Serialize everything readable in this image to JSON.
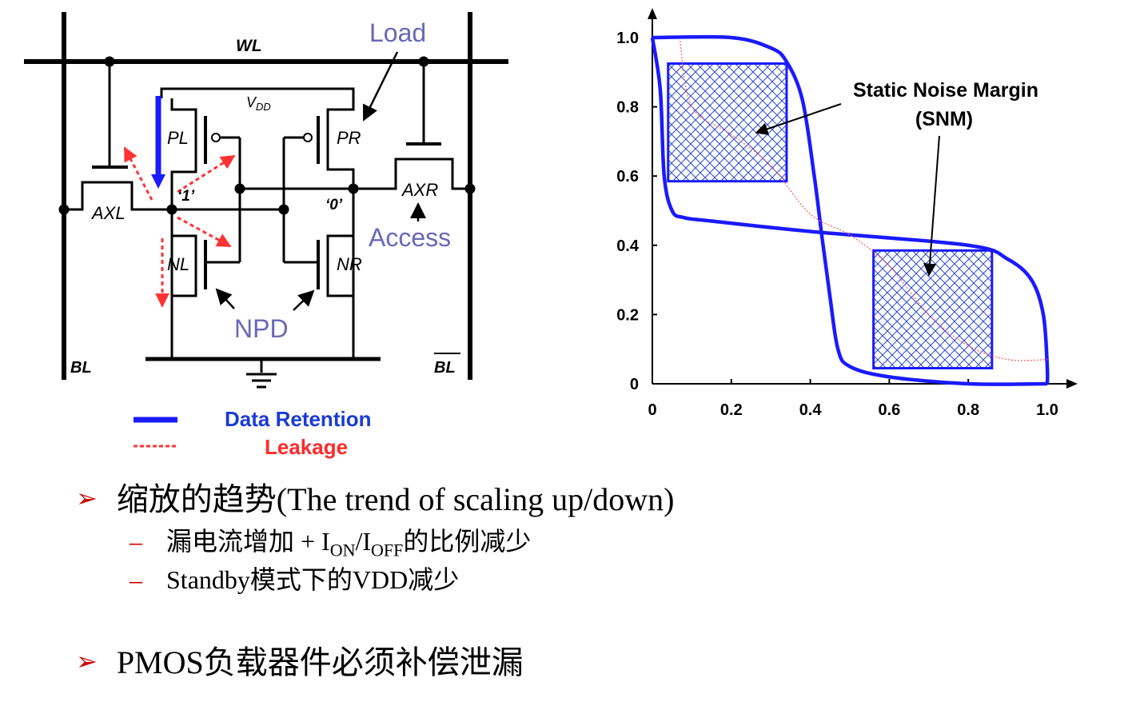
{
  "circuit": {
    "wl": "WL",
    "vdd": "V",
    "vdd_sub": "DD",
    "load": "Load",
    "pl": "PL",
    "pr": "PR",
    "axl": "AXL",
    "axr": "AXR",
    "node_left": "‘1’",
    "node_right": "‘0’",
    "access": "Access",
    "nl": "NL",
    "nr": "NR",
    "npd": "NPD",
    "bl": "BL",
    "blb": "BL",
    "legend": {
      "retention": "Data Retention",
      "leakage": "Leakage"
    },
    "colors": {
      "retention": "#1a1aff",
      "leakage": "#ff3333",
      "annotation": "#6868b8",
      "legend_retention_text": "#1a3ad8",
      "legend_leakage_text": "#ff2a2a"
    }
  },
  "chart_data": {
    "type": "line",
    "annotation": [
      "Static Noise Margin",
      "(SNM)"
    ],
    "x_ticks": [
      "0",
      "0.2",
      "0.4",
      "0.6",
      "0.8",
      "1.0"
    ],
    "y_ticks": [
      "0",
      "0.2",
      "0.4",
      "0.6",
      "0.8",
      "1.0"
    ],
    "xlim": [
      0,
      1.0
    ],
    "ylim": [
      0,
      1.0
    ],
    "series": [
      {
        "style": "solid-blue",
        "x": [
          0,
          0.2,
          0.3,
          0.34,
          0.38,
          0.41,
          0.43,
          0.45,
          0.47,
          0.5,
          0.6,
          0.8,
          1.0
        ],
        "y": [
          1.0,
          1.0,
          0.97,
          0.93,
          0.82,
          0.6,
          0.42,
          0.25,
          0.1,
          0.05,
          0.02,
          0.0,
          0.0
        ]
      },
      {
        "style": "solid-blue",
        "x": [
          0,
          0.02,
          0.03,
          0.05,
          0.08,
          0.15,
          0.4,
          0.8,
          0.9,
          0.96,
          0.99,
          1.0,
          1.0
        ],
        "y": [
          1.0,
          0.85,
          0.6,
          0.5,
          0.48,
          0.47,
          0.44,
          0.4,
          0.36,
          0.3,
          0.2,
          0.05,
          0.0
        ]
      },
      {
        "style": "dotted-red",
        "x": [
          0.07,
          0.1,
          0.2,
          0.3,
          0.4,
          0.5,
          0.6,
          0.7,
          0.8,
          0.9,
          1.0
        ],
        "y": [
          0.99,
          0.8,
          0.72,
          0.63,
          0.49,
          0.43,
          0.34,
          0.2,
          0.11,
          0.07,
          0.07
        ]
      }
    ],
    "snm_boxes": [
      {
        "x": [
          0.04,
          0.34
        ],
        "y": [
          0.585,
          0.925
        ]
      },
      {
        "x": [
          0.56,
          0.86
        ],
        "y": [
          0.045,
          0.385
        ]
      }
    ]
  },
  "bullets": {
    "b1": "缩放的趋势(The trend of scaling up/down)",
    "s1_a": "漏电流增加 + I",
    "s1_on": "ON",
    "s1_slash": "/I",
    "s1_off": "OFF",
    "s1_b": "的比例减少",
    "s2": "Standby模式下的VDD减少",
    "b2": "PMOS负载器件必须补偿泄漏",
    "marker": "➢",
    "dash": "–"
  }
}
